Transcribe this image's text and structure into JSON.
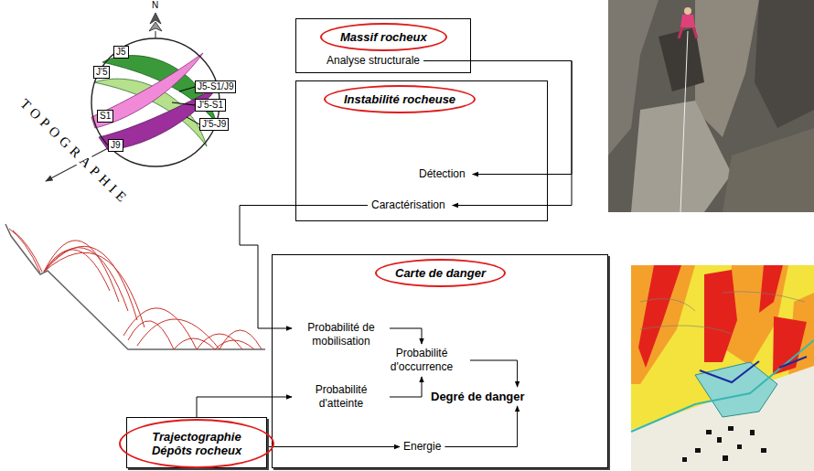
{
  "diagram": {
    "nodes": [
      {
        "text": [
          "J5"
        ]
      },
      {
        "text": [
          "J'5"
        ]
      },
      {
        "text": [
          "J5-S1/J9"
        ]
      },
      {
        "text": [
          "J'5-S1"
        ]
      },
      {
        "text": [
          "S1"
        ]
      },
      {
        "text": [
          "J'5-J9"
        ]
      },
      {
        "text": [
          "J9"
        ]
      },
      {
        "text": [
          "Massif rocheux"
        ]
      },
      {
        "text": [
          "Analyse structurale"
        ],
        "in": 7
      },
      {
        "text": [
          "Instabilité rocheuse"
        ]
      },
      {
        "text": [
          "Détection"
        ],
        "in": 9
      },
      {
        "text": [
          "Caractérisation"
        ],
        "in": 9
      },
      {
        "text": [
          "Carte de danger"
        ]
      },
      {
        "text": [
          "Probabilité de mobilisation"
        ],
        "in": 12
      },
      {
        "text": [
          "Probabilité d'occurrence"
        ],
        "in": 12
      },
      {
        "text": [
          "Probabilité d'atteinte"
        ],
        "in": 12
      },
      {
        "text": [
          "Degré de danger"
        ],
        "in": 12
      },
      {
        "text": [
          "Energie"
        ],
        "in": 12
      },
      {
        "text": [
          "Trajectographie Dépôts rocheux"
        ]
      }
    ],
    "edges": [
      {
        "from": 8,
        "to": 10,
        "arrow": "to"
      },
      {
        "from": 8,
        "to": 11,
        "arrow": "to"
      },
      {
        "from": 11,
        "to": 13,
        "arrow": "to"
      },
      {
        "from": 13,
        "to": 14,
        "arrow": "to"
      },
      {
        "from": 15,
        "to": 14,
        "arrow": "to"
      },
      {
        "from": 14,
        "to": 16,
        "arrow": "to"
      },
      {
        "from": 17,
        "to": 16,
        "arrow": "to"
      },
      {
        "from": 18,
        "to": 15,
        "arrow": "to"
      },
      {
        "from": 18,
        "to": 17,
        "arrow": "to"
      }
    ],
    "labels": [
      "N",
      "TOPOGRAPHIE"
    ]
  }
}
